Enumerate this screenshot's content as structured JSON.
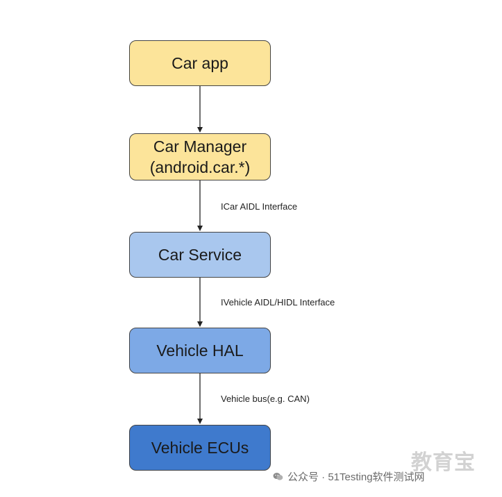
{
  "nodes": [
    {
      "id": "car-app",
      "label": "Car app",
      "fill": "#FCE49A"
    },
    {
      "id": "car-manager",
      "label": "Car Manager\n(android.car.*)",
      "fill": "#FCE49A"
    },
    {
      "id": "car-service",
      "label": "Car Service",
      "fill": "#A9C7EE"
    },
    {
      "id": "vehicle-hal",
      "label": "Vehicle HAL",
      "fill": "#7DA9E6"
    },
    {
      "id": "vehicle-ecus",
      "label": "Vehicle ECUs",
      "fill": "#3F7ACD"
    }
  ],
  "edges": [
    {
      "from": "car-app",
      "to": "car-manager",
      "label": ""
    },
    {
      "from": "car-manager",
      "to": "car-service",
      "label": "ICar AIDL Interface"
    },
    {
      "from": "car-service",
      "to": "vehicle-hal",
      "label": "IVehicle AIDL/HIDL Interface"
    },
    {
      "from": "vehicle-hal",
      "to": "vehicle-ecus",
      "label": "Vehicle bus(e.g. CAN)"
    }
  ],
  "watermark": {
    "text": "公众号 · 51Testing软件测试网",
    "icon": "wechat-icon",
    "logo_text": "教育宝"
  },
  "colors": {
    "border": "#444444",
    "arrow": "#222222"
  }
}
